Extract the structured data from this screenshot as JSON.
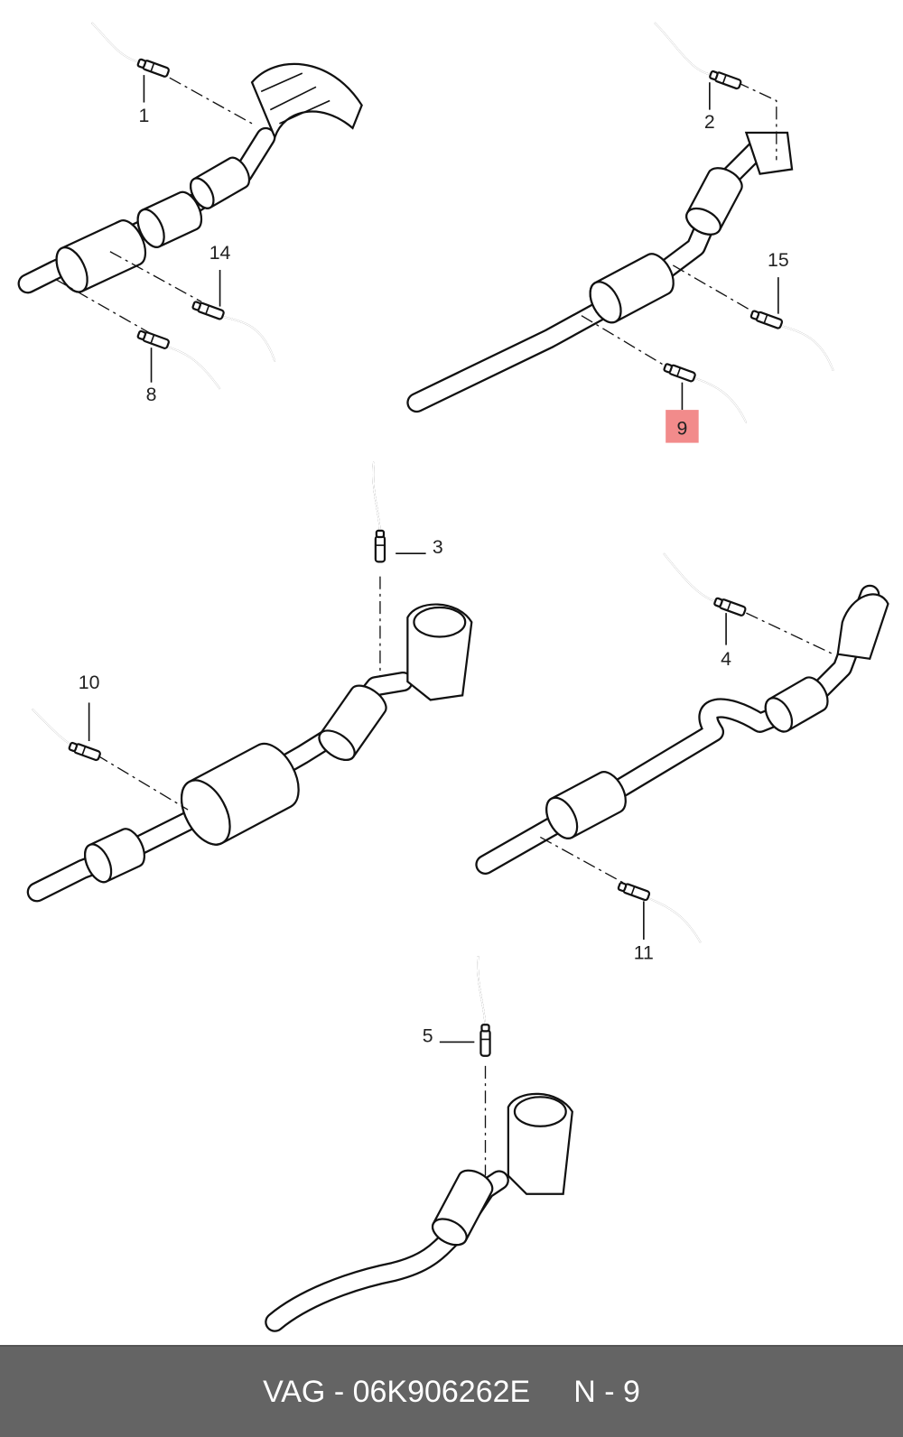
{
  "diagram": {
    "callouts": [
      "1",
      "2",
      "3",
      "4",
      "5",
      "8",
      "9",
      "10",
      "11",
      "14",
      "15"
    ],
    "highlighted_callout": "9",
    "highlight_color": "#f28b8b"
  },
  "footer": {
    "part_ref": "VAG - 06K906262E",
    "position": "N - 9"
  }
}
